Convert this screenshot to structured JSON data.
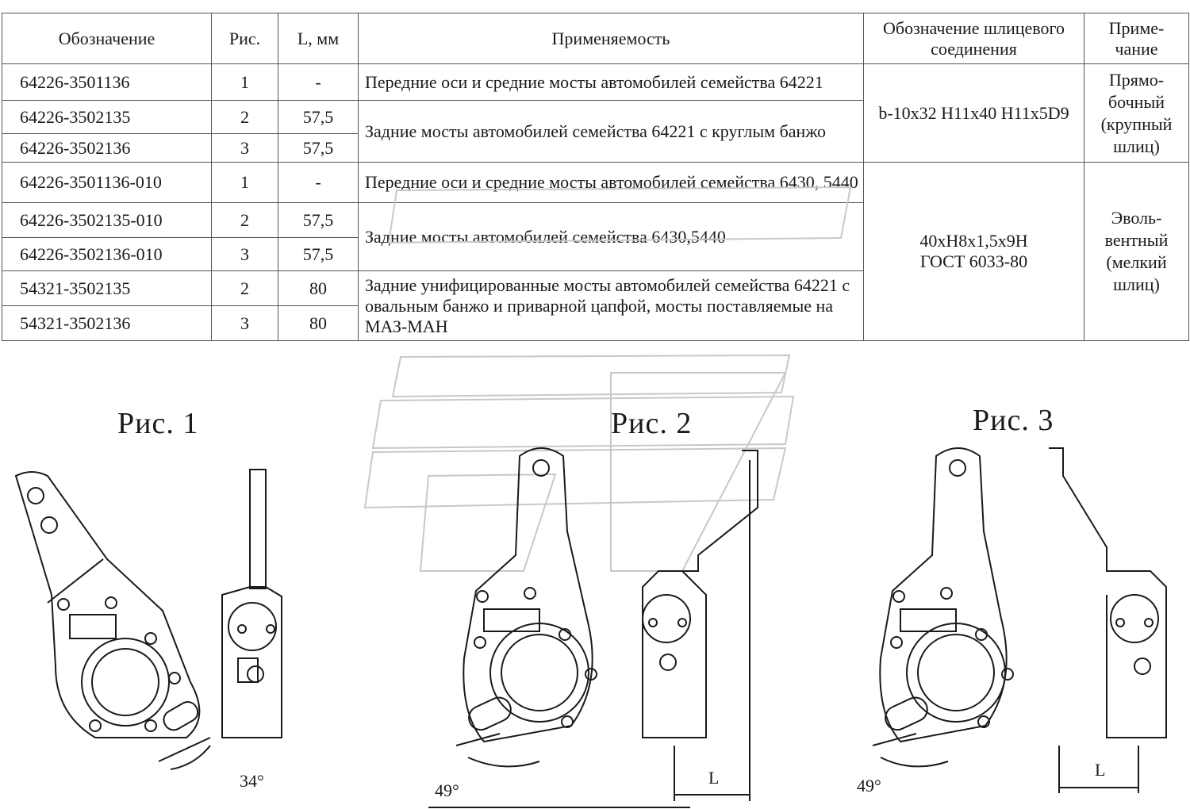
{
  "table": {
    "headers": {
      "code": "Обозначение",
      "fig": "Рис.",
      "length": "L, мм",
      "applicability": "Применяемость",
      "spline": "Обозначение шлицевого соединения",
      "note": "Приме-чание"
    },
    "rows": [
      {
        "code": "64226-3501136",
        "fig": "1",
        "length": "-"
      },
      {
        "code": "64226-3502135",
        "fig": "2",
        "length": "57,5"
      },
      {
        "code": "64226-3502136",
        "fig": "3",
        "length": "57,5"
      },
      {
        "code": "64226-3501136-010",
        "fig": "1",
        "length": "-"
      },
      {
        "code": "64226-3502135-010",
        "fig": "2",
        "length": "57,5"
      },
      {
        "code": "64226-3502136-010",
        "fig": "3",
        "length": "57,5"
      },
      {
        "code": "54321-3502135",
        "fig": "2",
        "length": "80"
      },
      {
        "code": "54321-3502136",
        "fig": "3",
        "length": "80"
      }
    ],
    "applicability": [
      "Передние оси и средние мосты  автомобилей семейства 64221",
      "Задние мосты  автомобилей семейства 64221 с круглым банжо",
      "Передние оси и средние мосты  автомобилей семейства 6430, 5440",
      "Задние мосты  автомобилей  семейства 6430,5440",
      "Задние унифицированные мосты   автомобилей семейства 64221 с овальным банжо и приварной цапфой, мосты поставляемые на МАЗ-МАН"
    ],
    "spline": {
      "group1": "b-10x32 H11x40 H11x5D9",
      "group2_line1": "40xH8x1,5x9H",
      "group2_line2": "ГОСТ 6033-80"
    },
    "notes": {
      "group1": [
        "Прямо-",
        "бочный",
        "(крупный",
        "шлиц)"
      ],
      "group2": [
        "Эволь-",
        "вентный",
        "(мелкий",
        "шлиц)"
      ]
    }
  },
  "figures": {
    "fig1": {
      "title": "Рис. 1",
      "angle": "34°"
    },
    "fig2": {
      "title": "Рис. 2",
      "angle": "49°",
      "dim": "L"
    },
    "fig3": {
      "title": "Рис. 3",
      "angle": "49°",
      "dim": "L"
    }
  },
  "colors": {
    "line": "#1a1a1a",
    "watermark": "#c8c8c8",
    "grid": "#555555"
  }
}
